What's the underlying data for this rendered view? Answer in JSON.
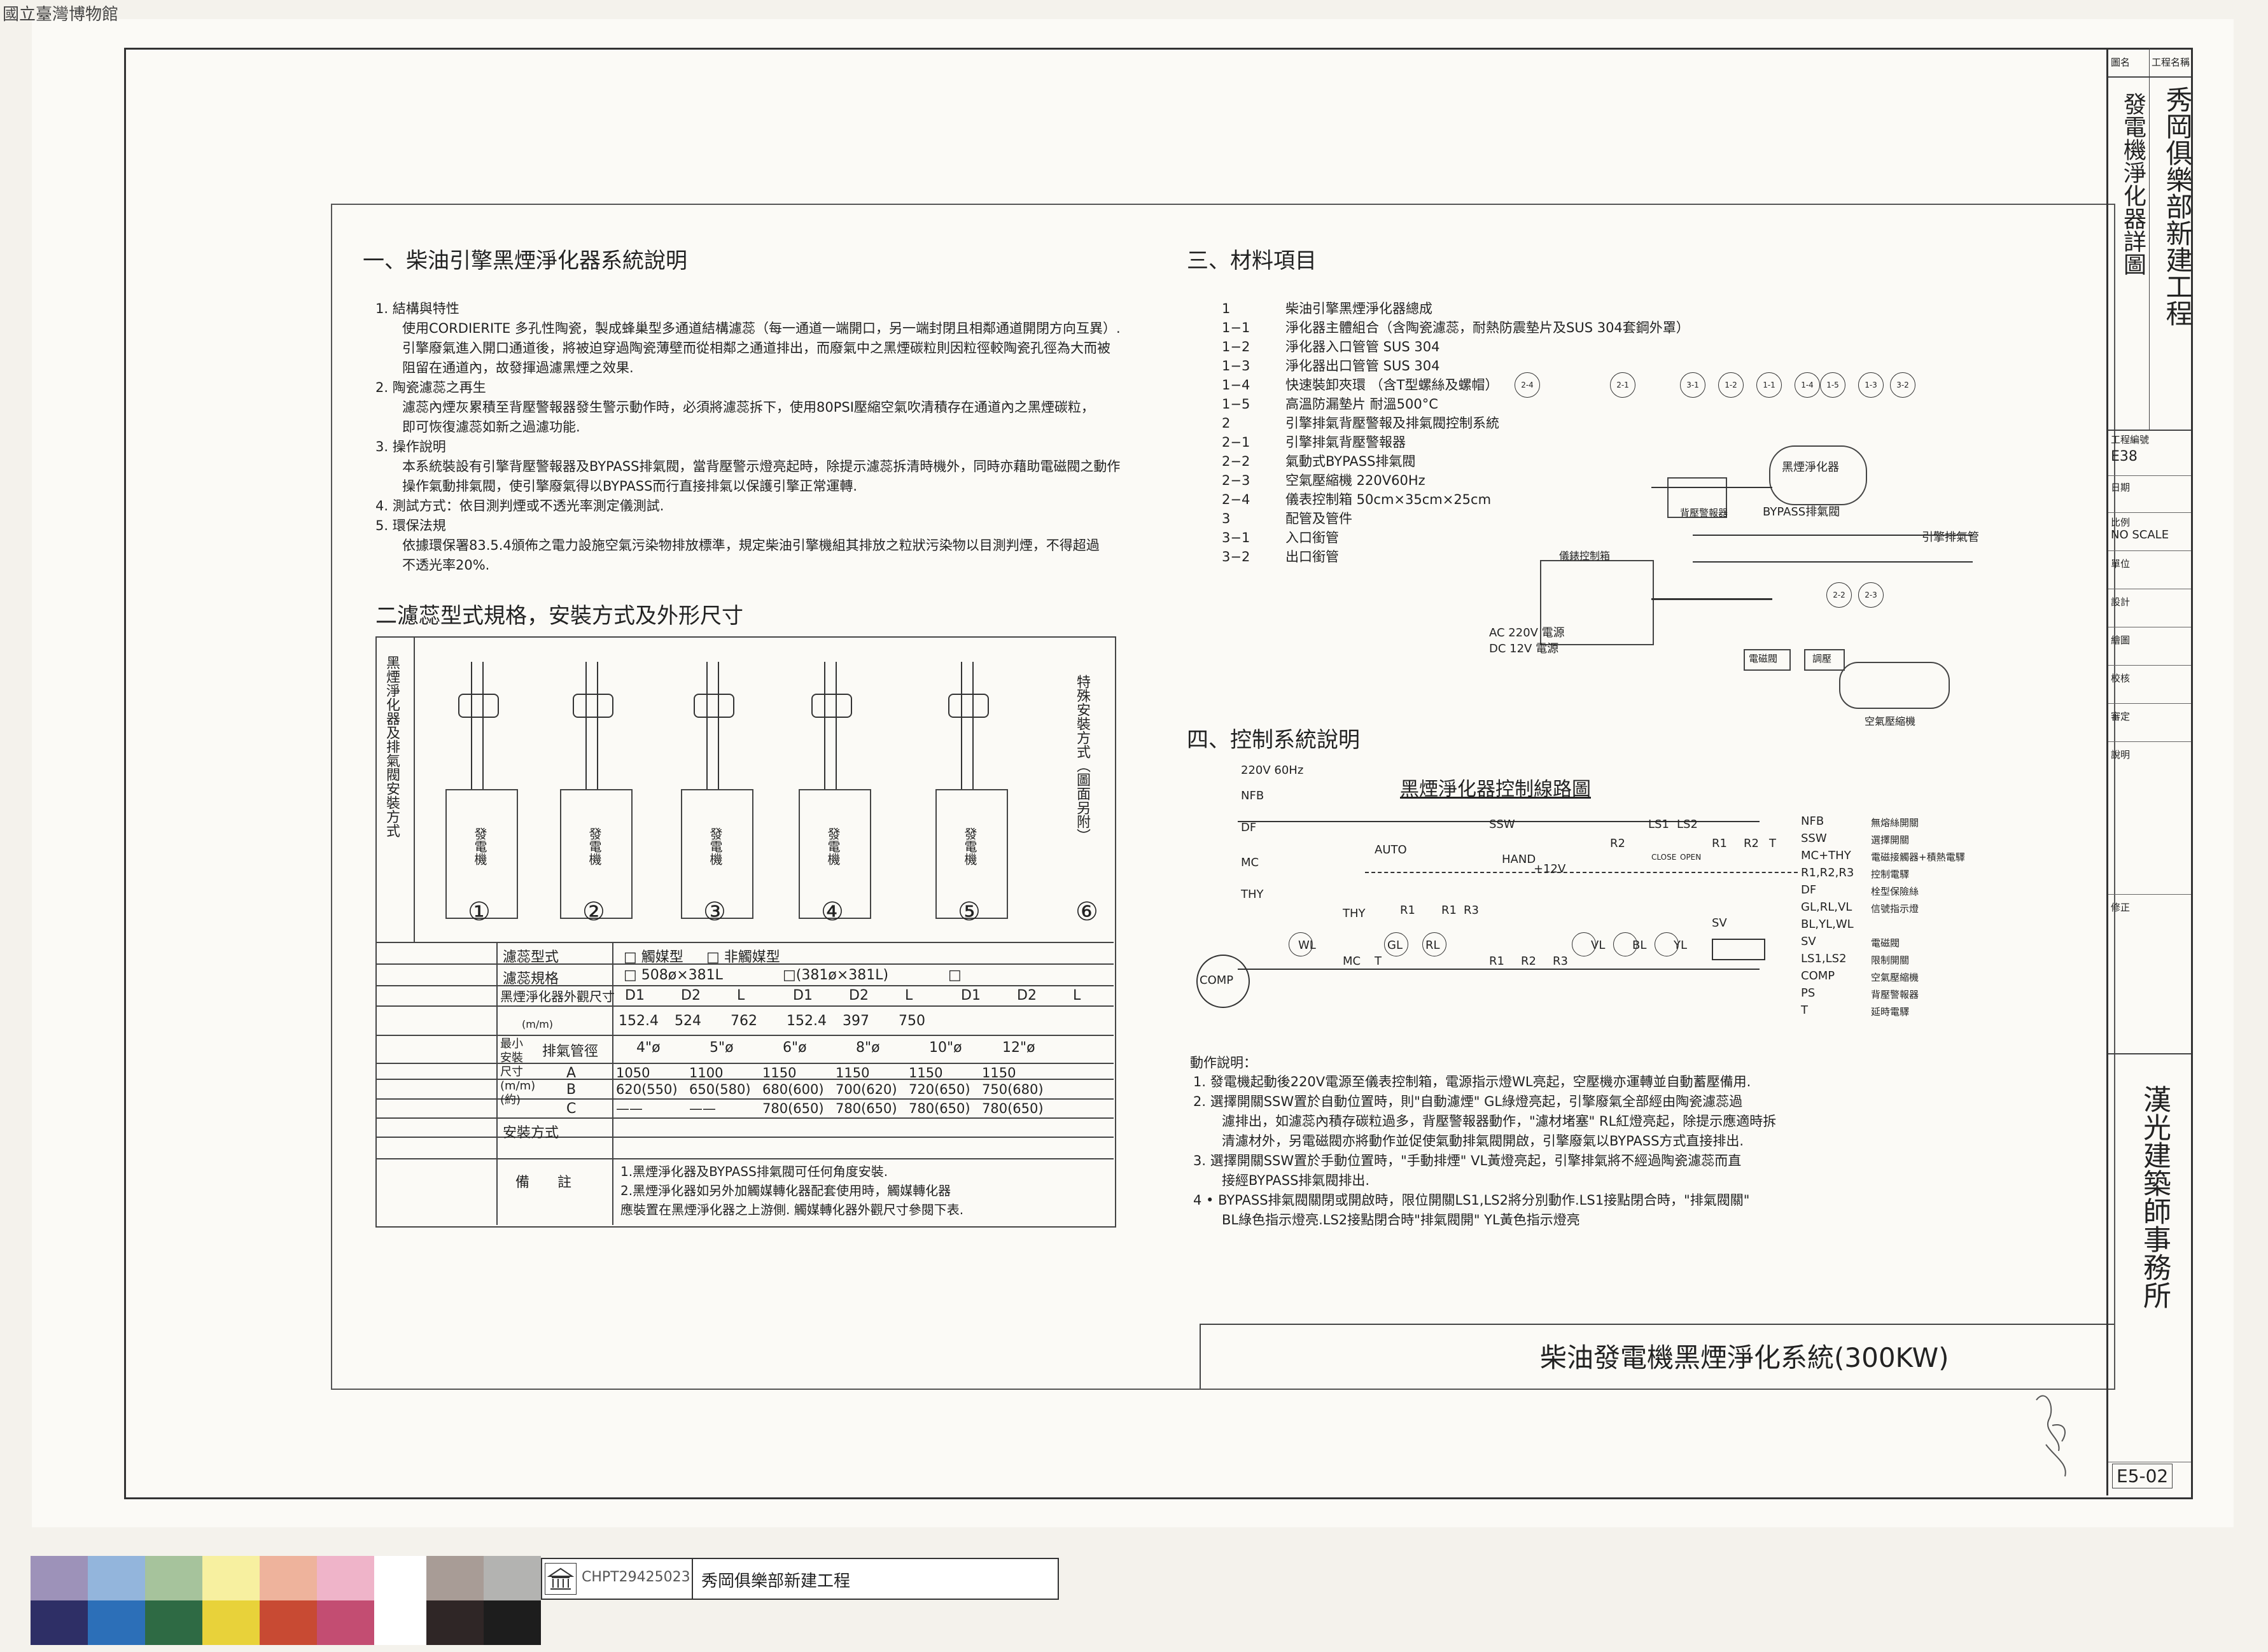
{
  "watermark": "國立臺灣博物館",
  "sec1": {
    "title": "一、柴油引擎黑煙淨化器系統說明",
    "lines": [
      "1.  結構與特性",
      "使用CORDIERITE 多孔性陶瓷，製成蜂巢型多通道結構濾蕊（每一通道一端開口，另一端封閉且相鄰通道開閉方向互異）.",
      "引擎廢氣進入開口通道後，將被迫穿過陶瓷薄壁而從相鄰之通道排出，而廢氣中之黑煙碳粒則因粒徑較陶瓷孔徑為大而被",
      "阻留在通道內，故發揮過濾黑煙之效果.",
      "2.  陶瓷濾蕊之再生",
      "濾蕊內煙灰累積至背壓警報器發生警示動作時，必須將濾蕊拆下，使用80PSI壓縮空氣吹清積存在通道內之黑煙碳粒，",
      "即可恢復濾蕊如新之過濾功能.",
      "3.  操作說明",
      "本系統裝設有引擎背壓警報器及BYPASS排氣閥，當背壓警示燈亮起時，除提示濾蕊拆清時機外，同時亦藉助電磁閥之動作",
      "操作氣動排氣閥，使引擎廢氣得以BYPASS而行直接排氣以保護引擎正常運轉.",
      "4.  測試方式：依目測判煙或不透光率測定儀測試.",
      "5.  環保法規",
      "依據環保署83.5.4頒佈之電力設施空氣污染物排放標準，規定柴油引擎機組其排放之粒狀污染物以目測判煙，不得超過",
      "不透光率20%."
    ]
  },
  "sec2": {
    "title": "二濾蕊型式規格，安裝方式及外形尺寸",
    "side_label": "黑煙淨化器及排氣閥安裝方式",
    "special_label": "特殊安裝方式（圖面另附）",
    "gen_label": "發電機",
    "config_nums": [
      "①",
      "②",
      "③",
      "④",
      "⑤",
      "⑥"
    ],
    "rows": {
      "filter_type": "濾蕊型式",
      "type_opt1": "□ 觸媒型",
      "type_opt2": "□ 非觸媒型",
      "filter_spec": "濾蕊規格",
      "spec1": "□ 508ø×381L",
      "spec2": "□(381ø×381L)",
      "spec3": "□",
      "dims_label": "黑煙淨化器外觀尺寸",
      "dims_unit": "(m/m)",
      "dim_headers": [
        "D1",
        "D2",
        "L",
        "D1",
        "D2",
        "L",
        "D1",
        "D2",
        "L"
      ],
      "dim_values": [
        "152.4",
        "524",
        "762",
        "152.4",
        "397",
        "750",
        "",
        "",
        ""
      ],
      "min_label": "最小安裝尺寸(m/m)(約)",
      "pipe_header": "排氣管徑",
      "pipe_sizes": [
        "4\"ø",
        "5\"ø",
        "6\"ø",
        "8\"ø",
        "10\"ø",
        "12\"ø"
      ],
      "row_a": {
        "label": "A",
        "values": [
          "1050",
          "1100",
          "1150",
          "1150",
          "1150",
          "1150"
        ]
      },
      "row_b": {
        "label": "B",
        "values": [
          "620(550)",
          "650(580)",
          "680(600)",
          "700(620)",
          "720(650)",
          "750(680)"
        ]
      },
      "row_c": {
        "label": "C",
        "values": [
          "——",
          "——",
          "780(650)",
          "780(650)",
          "780(650)",
          "780(650)"
        ]
      },
      "install": "安裝方式",
      "notes_label": "備　　註",
      "notes": [
        "1.黑煙淨化器及BYPASS排氣閥可任何角度安裝.",
        "2.黑煙淨化器如另外加觸媒轉化器配套使用時，觸媒轉化器",
        "應裝置在黑煙淨化器之上游側. 觸媒轉化器外觀尺寸參閱下表."
      ]
    }
  },
  "sec3": {
    "title": "三、材料項目",
    "items": [
      {
        "no": "1",
        "text": "柴油引擎黑煙淨化器總成"
      },
      {
        "no": "1−1",
        "text": "淨化器主體組合（含陶瓷濾蕊，耐熱防震墊片及SUS 304套鋼外罩）"
      },
      {
        "no": "1−2",
        "text": "淨化器入口管管  SUS 304"
      },
      {
        "no": "1−3",
        "text": "淨化器出口管管  SUS 304"
      },
      {
        "no": "1−4",
        "text": "快速裝卸夾環 （含T型螺絲及螺帽）"
      },
      {
        "no": "1−5",
        "text": "高溫防漏墊片    耐溫500°C"
      },
      {
        "no": "2",
        "text": "引擎排氣背壓警報及排氣閥控制系統"
      },
      {
        "no": "2−1",
        "text": "引擎排氣背壓警報器"
      },
      {
        "no": "2−2",
        "text": "氣動式BYPASS排氣閥"
      },
      {
        "no": "2−3",
        "text": "空氣壓縮機 220V60Hz"
      },
      {
        "no": "2−4",
        "text": "儀表控制箱 50cm×35cm×25cm"
      },
      {
        "no": "3",
        "text": "配管及管件"
      },
      {
        "no": "3−1",
        "text": "入口銜管"
      },
      {
        "no": "3−2",
        "text": "出口銜管"
      }
    ],
    "diagram": {
      "bubbles": [
        "2-4",
        "2-1",
        "3-1",
        "1-2",
        "1-1",
        "1-4",
        "1-5",
        "1-3",
        "3-2",
        "2-2",
        "2-3"
      ],
      "main_label": "黑煙淨化器",
      "bypass_label": "BYPASS排氣閥",
      "alarm_label": "背壓警報器",
      "exhaust_label": "引擎排氣管",
      "box_label": "儀錶控制箱",
      "ac_label": "AC 220V 電源",
      "dc_label": "DC 12V 電源",
      "solenoid_label": "電磁閥",
      "regulator_label": "調壓",
      "compressor_label": "空氣壓縮機"
    }
  },
  "sec4": {
    "title": "四、控制系統說明",
    "diagram_title": "黑煙淨化器控制線路圖",
    "voltage": "220V 60Hz",
    "labels": [
      "NFB",
      "DF",
      "MC",
      "THY",
      "COMP",
      "AUTO",
      "SSW",
      "HAND",
      "+12V",
      "R2",
      "LS1",
      "LS2",
      "CLOSE",
      "OPEN",
      "R1",
      "R2",
      "T",
      "THY",
      "MC",
      "T",
      "GL",
      "R1",
      "RL",
      "R1",
      "R3",
      "WL",
      "R1",
      "R2",
      "R3",
      "VL",
      "BL",
      "YL",
      "SV"
    ],
    "legend": [
      {
        "code": "NFB",
        "desc": "無熔絲開關"
      },
      {
        "code": "SSW",
        "desc": "選擇開關"
      },
      {
        "code": "MC+THY",
        "desc": "電磁接觸器+積熱電驛"
      },
      {
        "code": "R1,R2,R3",
        "desc": "控制電驛"
      },
      {
        "code": "DF",
        "desc": "栓型保險絲"
      },
      {
        "code": "GL,RL,VL",
        "desc": "信號指示燈"
      },
      {
        "code": "BL,YL,WL",
        "desc": ""
      },
      {
        "code": "SV",
        "desc": "電磁閥"
      },
      {
        "code": "LS1,LS2",
        "desc": "限制開關"
      },
      {
        "code": "COMP",
        "desc": "空氣壓縮機"
      },
      {
        "code": "PS",
        "desc": "背壓警報器"
      },
      {
        "code": "T",
        "desc": "延時電驛"
      }
    ],
    "op_title": "動作說明：",
    "op_lines": [
      "1.  發電機起動後220V電源至儀表控制箱，電源指示燈WL亮起，空壓機亦運轉並自動蓄壓備用.",
      "2.  選擇開關SSW置於自動位置時，則\"自動濾煙\" GL綠燈亮起，引擎廢氣全部經由陶瓷濾蕊過",
      "濾排出，如濾蕊內積存碳粒過多，背壓警報器動作，\"濾材堵塞\" RL紅燈亮起，除提示應適時拆",
      "清濾材外，另電磁閥亦將動作並促使氣動排氣閥開啟，引擎廢氣以BYPASS方式直接排出.",
      "3.  選擇開關SSW置於手動位置時，\"手動排煙\" VL黃燈亮起，引擎排氣將不經過陶瓷濾蕊而直",
      "接經BYPASS排氣閥排出.",
      "4 • BYPASS排氣閥關閉或開啟時，限位開關LS1,LS2將分別動作.LS1接點閉合時，\"排氣閥關\"",
      "BL綠色指示燈亮.LS2接點閉合時\"排氣閥開\" YL黃色指示燈亮"
    ]
  },
  "drawing_title": "柴油發電機黑煙淨化系統(300KW)",
  "title_block": {
    "name_label": "圖名",
    "project_label": "工程名稱",
    "project_name": "秀岡俱樂部新建工程",
    "drawing_name": "發電機淨化器詳圖",
    "no_label": "工程編號",
    "no_value": "E38",
    "date_label": "日期",
    "scale_label": "比例",
    "scale_value": "NO SCALE",
    "unit_label": "單位",
    "design_label": "設計",
    "draw_label": "繪圖",
    "check_label": "校核",
    "approve_label": "審定",
    "desc_label": "說明",
    "revise_label": "修正",
    "firm": "漢光建築師事務所",
    "sheet_no": "E5-02"
  },
  "archive": {
    "code": "CHPT29425023",
    "title": "秀岡俱樂部新建工程"
  },
  "colors": {
    "swatches_top": [
      "#9d92b9",
      "#93b5dc",
      "#a6c39c",
      "#f7f0a0",
      "#eeb39c",
      "#efb4c9"
    ],
    "swatches_bottom": [
      "#2e2f66",
      "#2c6fb8",
      "#2e6a44",
      "#e8d23a",
      "#c84a33",
      "#c34d72"
    ],
    "grays_top": [
      "#a89c96",
      "#b3b3b1"
    ],
    "grays_bottom": [
      "#2f2626",
      "#1d1d1d"
    ]
  }
}
